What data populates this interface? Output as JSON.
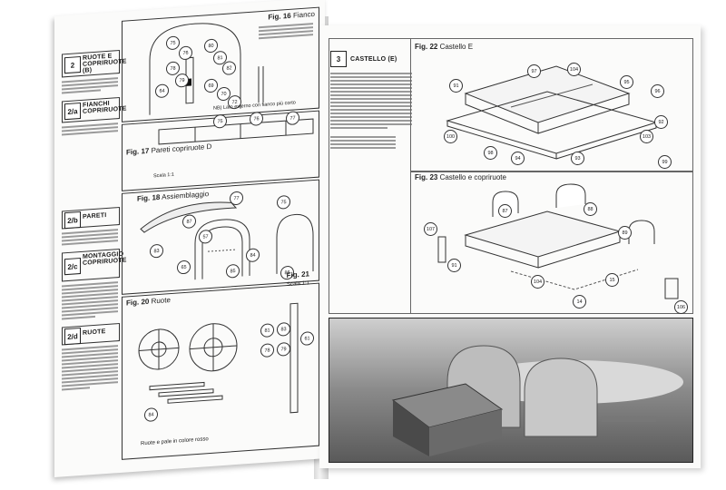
{
  "left_page": {
    "sections": [
      {
        "num": "2",
        "title": "RUOTE E COPRIRUOTE (B)"
      },
      {
        "num": "2/a",
        "title": "FIANCHI COPRIRUOTE"
      },
      {
        "num": "2/b",
        "title": "PARETI"
      },
      {
        "num": "2/c",
        "title": "MONTAGGIO COPRIRUOTE"
      },
      {
        "num": "2/d",
        "title": "RUOTE"
      }
    ],
    "figs": [
      {
        "label": "Fig. 16",
        "caption": "Fianco"
      },
      {
        "label": "Fig. 17",
        "caption": "Pareti copriruote D"
      },
      {
        "label": "Fig. 18",
        "caption": "Assiemblaggio"
      },
      {
        "label": "Fig. 20",
        "caption": "Ruote"
      },
      {
        "label": "Fig. 21",
        "caption": "Scala 1:1"
      }
    ],
    "note": "NB) Lato esterno con fianco più corto",
    "scale": "Scala 1:1",
    "footer": "Ruote e pale in colore rosso",
    "fig16_tags": [
      "75",
      "76",
      "80",
      "81",
      "82",
      "78",
      "79",
      "64",
      "69",
      "70",
      "72"
    ],
    "fig17_tags": [
      "75",
      "76",
      "77"
    ],
    "fig18_tags": [
      "77",
      "87",
      "83",
      "84",
      "85",
      "57",
      "65",
      "75",
      "86"
    ],
    "fig20_tags": [
      "81",
      "83",
      "78",
      "79",
      "61",
      "84"
    ]
  },
  "right_page": {
    "section": {
      "num": "3",
      "title": "CASTELLO (E)"
    },
    "figs": [
      {
        "label": "Fig. 22",
        "caption": "Castello E"
      },
      {
        "label": "Fig. 23",
        "caption": "Castello e copriruote"
      }
    ],
    "fig22_tags": [
      "91",
      "97",
      "104",
      "95",
      "96",
      "92",
      "103",
      "100",
      "98",
      "94",
      "93",
      "99"
    ],
    "fig23_tags": [
      "107",
      "87",
      "88",
      "89",
      "91",
      "104",
      "15",
      "14",
      "106"
    ]
  }
}
